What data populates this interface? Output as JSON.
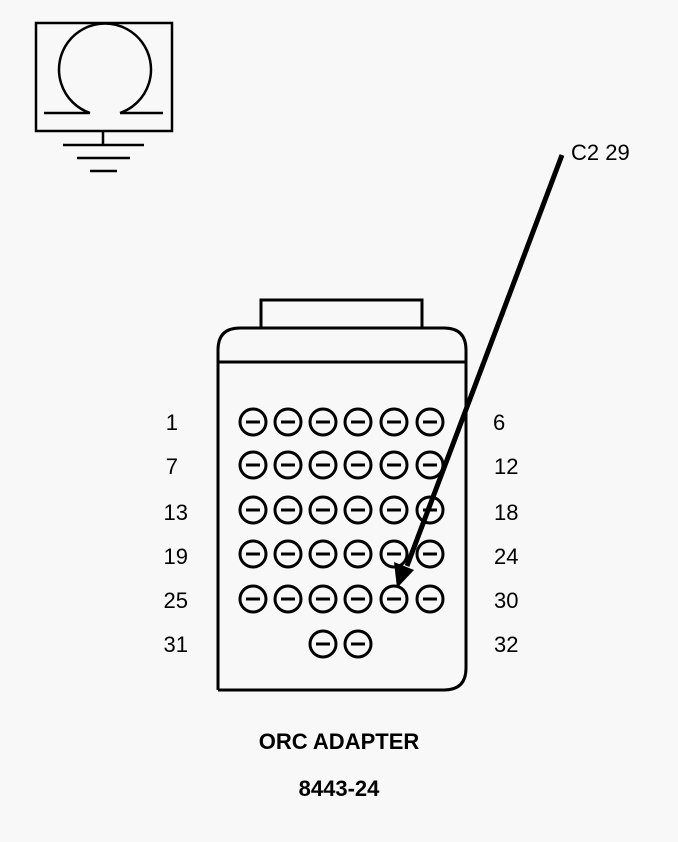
{
  "diagram": {
    "symbol": "ohmmeter-ground-icon",
    "callout": "C2 29",
    "connector": {
      "name": "ORC ADAPTER",
      "part_number": "8443-24",
      "rows": [
        {
          "left": "1",
          "right": "6",
          "pins": 6
        },
        {
          "left": "7",
          "right": "12",
          "pins": 6
        },
        {
          "left": "13",
          "right": "18",
          "pins": 6
        },
        {
          "left": "19",
          "right": "24",
          "pins": 6
        },
        {
          "left": "25",
          "right": "30",
          "pins": 6
        },
        {
          "left": "31",
          "right": "32",
          "pins": 2
        }
      ],
      "highlighted_pin": "29"
    },
    "colors": {
      "line": "#000000",
      "background": "#f8f8f8"
    }
  }
}
